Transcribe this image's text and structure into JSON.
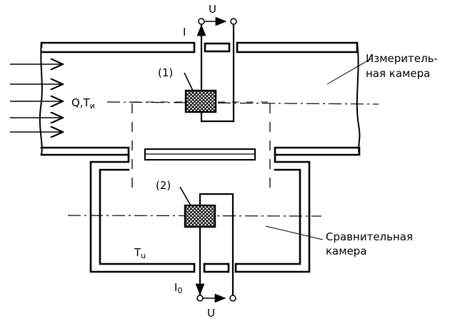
{
  "labels": {
    "voltage_top": "U",
    "current_top": "I",
    "sensor_1": "(1)",
    "sensor_2": "(2)",
    "flow_in": "Q,T",
    "flow_in_sub": "и",
    "measuring_chamber_line1": "Измеритель-",
    "measuring_chamber_line2": "ная камера",
    "temperature": "T",
    "temperature_sub": "u",
    "comparison_chamber_line1": "Сравнительная",
    "comparison_chamber_line2": "камера",
    "current_bottom": "I",
    "current_bottom_sub": "0",
    "voltage_bottom": "U"
  }
}
